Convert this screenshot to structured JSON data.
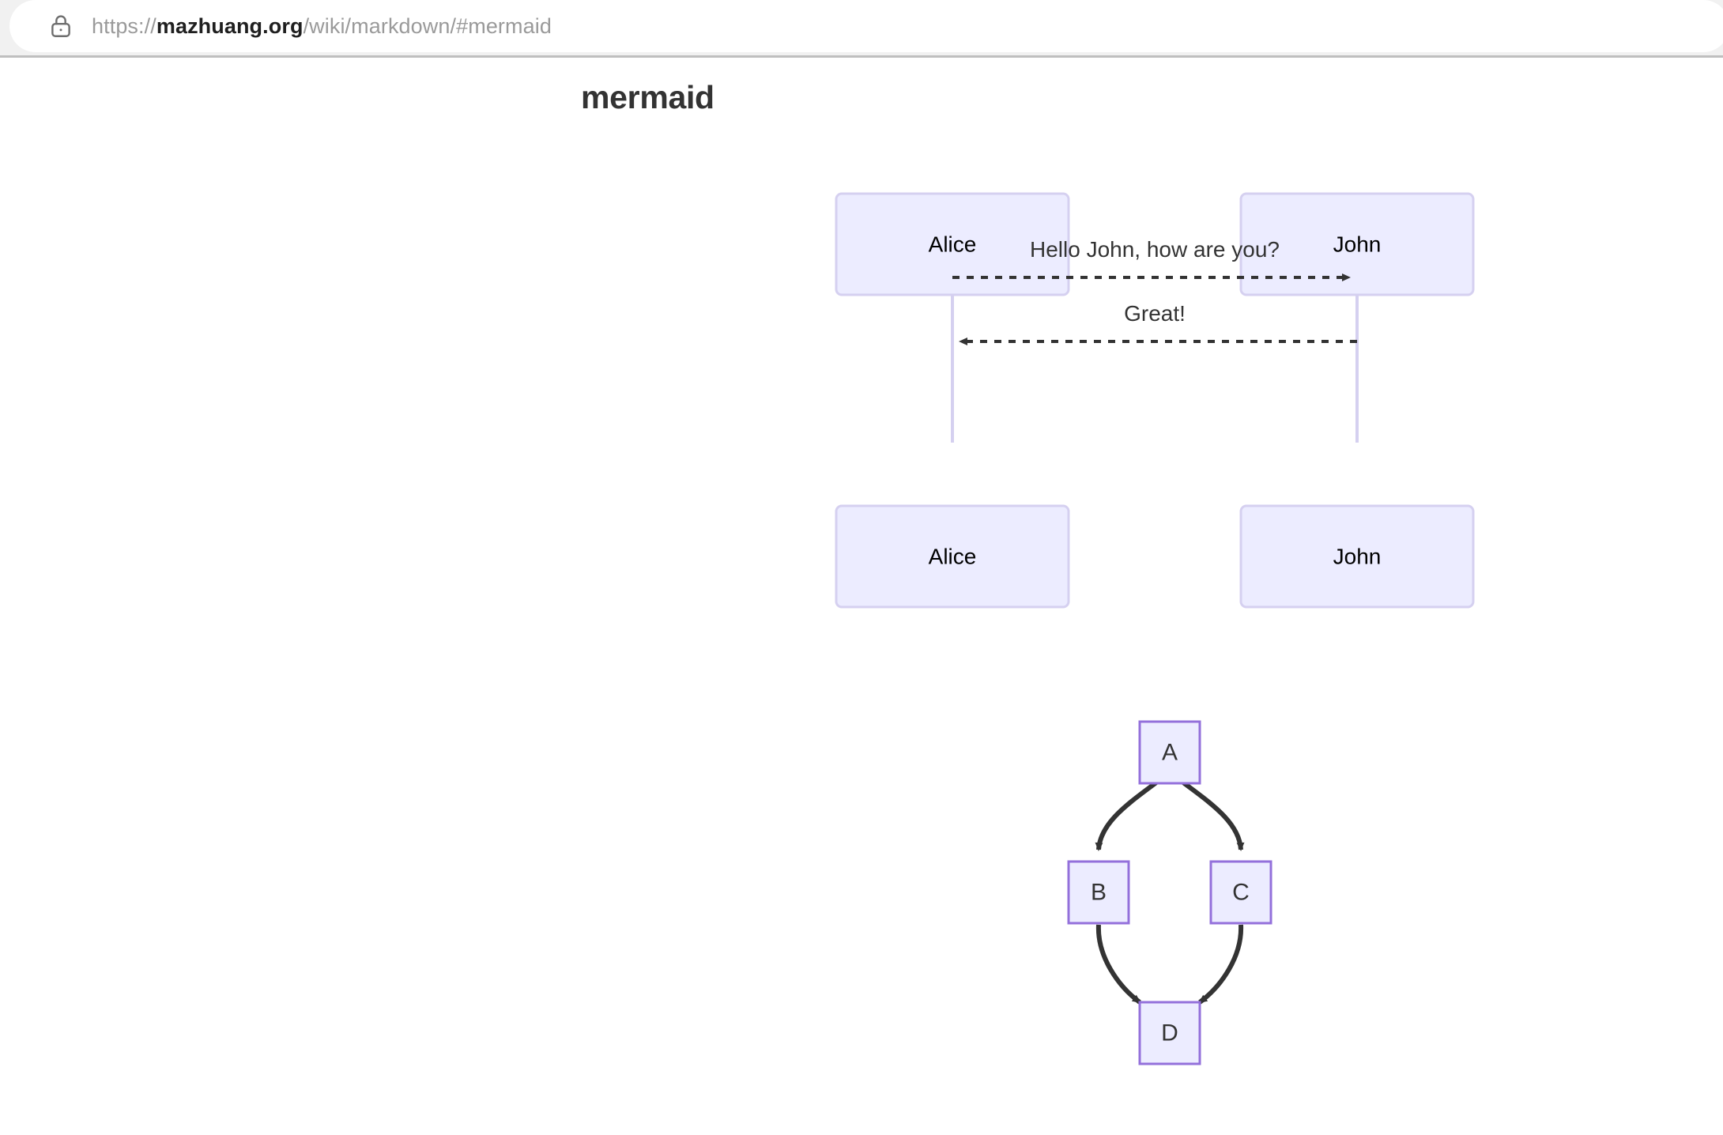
{
  "browser": {
    "lock_icon": "lock-icon",
    "url_full": "https://mazhuang.org/wiki/markdown/#mermaid",
    "url_scheme": "https://",
    "url_host": "mazhuang.org",
    "url_path": "/wiki/markdown/#mermaid"
  },
  "page": {
    "title": "mermaid"
  },
  "colors": {
    "node_fill": "#ECECFF",
    "node_stroke_flowchart": "#9370DB",
    "node_stroke_sequence": "#D5D0F0",
    "lifeline": "#D5D0F0",
    "arrow": "#333333",
    "text": "#333333",
    "chrome_bg": "#F1F1F1",
    "url_bar_bg": "#FFFFFF"
  },
  "sequence_diagram": {
    "type": "sequence",
    "actors": [
      {
        "id": "alice",
        "label": "Alice"
      },
      {
        "id": "john",
        "label": "John"
      }
    ],
    "bottom_actors": [
      {
        "id": "alice",
        "label": "Alice"
      },
      {
        "id": "john",
        "label": "John"
      }
    ],
    "messages": [
      {
        "from": "alice",
        "to": "john",
        "label": "Hello John, how are you?",
        "style": "dashed",
        "direction": "right"
      },
      {
        "from": "john",
        "to": "alice",
        "label": "Great!",
        "style": "dashed",
        "direction": "left"
      }
    ]
  },
  "flowchart": {
    "type": "flowchart",
    "direction": "TD",
    "nodes": [
      {
        "id": "A",
        "label": "A"
      },
      {
        "id": "B",
        "label": "B"
      },
      {
        "id": "C",
        "label": "C"
      },
      {
        "id": "D",
        "label": "D"
      }
    ],
    "edges": [
      {
        "from": "A",
        "to": "B"
      },
      {
        "from": "A",
        "to": "C"
      },
      {
        "from": "B",
        "to": "D"
      },
      {
        "from": "C",
        "to": "D"
      }
    ]
  }
}
